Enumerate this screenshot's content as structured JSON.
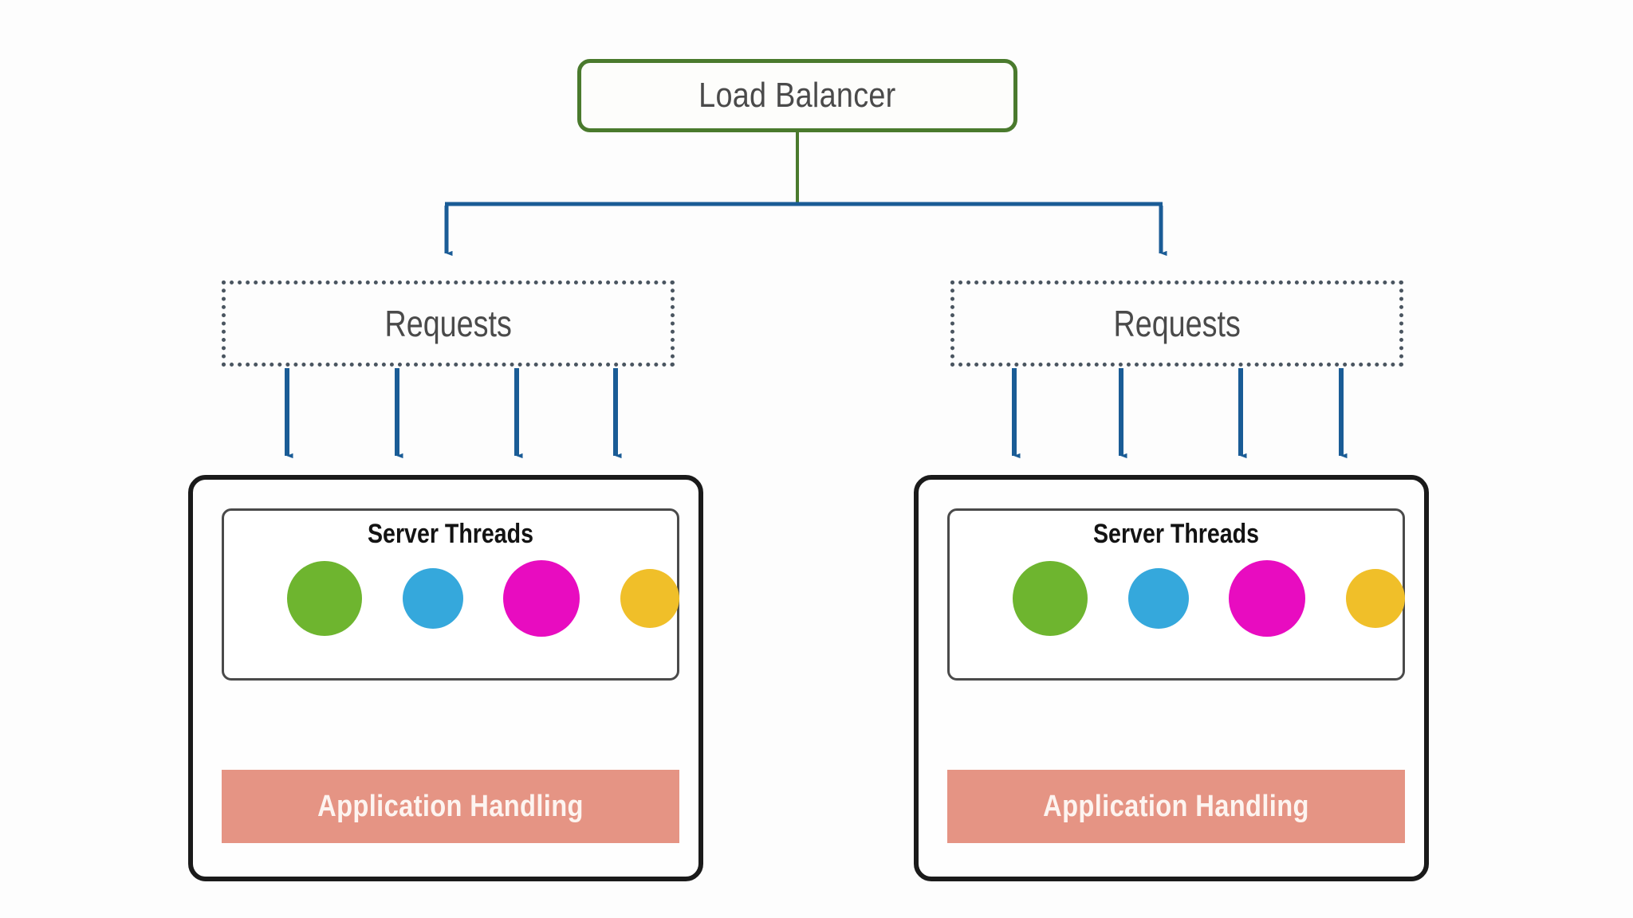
{
  "diagram": {
    "title": "Load Balancer request distribution across server threads",
    "load_balancer": {
      "label": "Load Balancer",
      "border_color": "#4a7a2d",
      "text_color": "#4a4a4a",
      "stem_color": "#4a7a2d"
    },
    "branch": {
      "color": "#1a5c96",
      "arrow_color": "#1a5c96",
      "count": 2
    },
    "request_arrow_color": "#1a5c96",
    "servers": [
      {
        "side": "left",
        "requests": {
          "label": "Requests",
          "border_style": "dotted",
          "border_color": "#4a5560",
          "arrows_down": 4
        },
        "threads_panel": {
          "title": "Server Threads",
          "threads": [
            {
              "name": "thread-green",
              "color": "#6eb52f",
              "size": 94
            },
            {
              "name": "thread-blue",
              "color": "#35a8dc",
              "size": 76
            },
            {
              "name": "thread-magenta",
              "color": "#e80cc0",
              "size": 96
            },
            {
              "name": "thread-yellow",
              "color": "#f0bf29",
              "size": 74
            }
          ]
        },
        "application": {
          "label": "Application Handling",
          "bar_color": "#e59484",
          "text_color": "#fdf4f0"
        }
      },
      {
        "side": "right",
        "requests": {
          "label": "Requests",
          "border_style": "dotted",
          "border_color": "#4a5560",
          "arrows_down": 4
        },
        "threads_panel": {
          "title": "Server Threads",
          "threads": [
            {
              "name": "thread-green",
              "color": "#6eb52f",
              "size": 94
            },
            {
              "name": "thread-blue",
              "color": "#35a8dc",
              "size": 76
            },
            {
              "name": "thread-magenta",
              "color": "#e80cc0",
              "size": 96
            },
            {
              "name": "thread-yellow",
              "color": "#f0bf29",
              "size": 74
            }
          ]
        },
        "application": {
          "label": "Application Handling",
          "bar_color": "#e59484",
          "text_color": "#fdf4f0"
        }
      }
    ]
  }
}
